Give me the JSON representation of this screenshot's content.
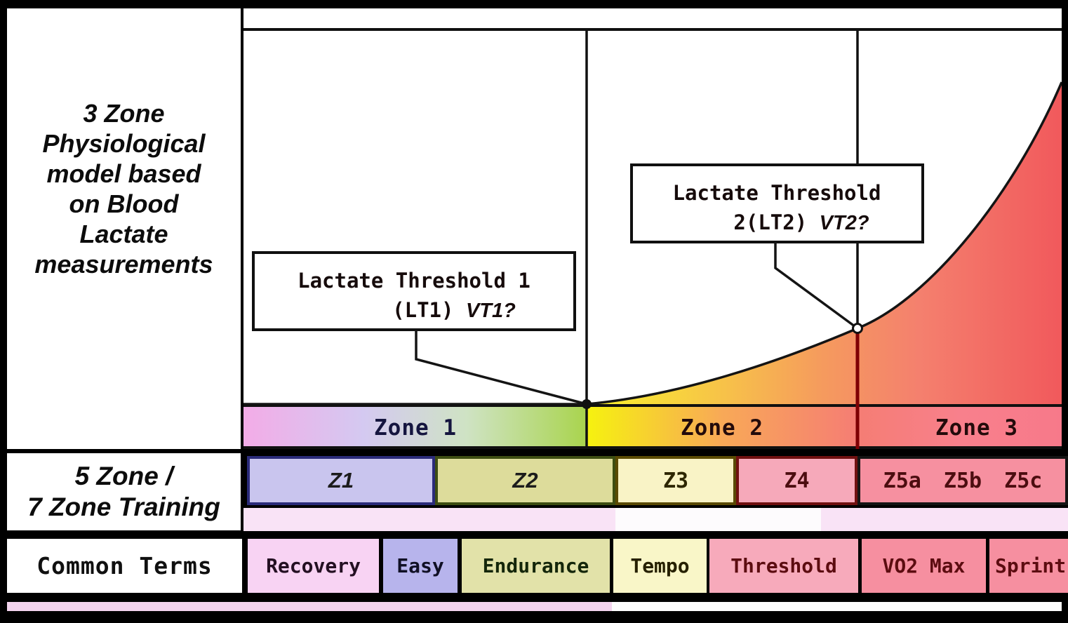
{
  "left_panel": {
    "model_title": "3 Zone\nPhysiological\nmodel based\non Blood\nLactate\nmeasurements",
    "training_title": "5 Zone /\n7 Zone Training",
    "terms_title": "Common Terms"
  },
  "chart": {
    "zone_band": [
      {
        "label": "Zone 1"
      },
      {
        "label": "Zone 2"
      },
      {
        "label": "Zone 3"
      }
    ],
    "lt1": {
      "line1": "Lactate Threshold 1",
      "line2_code": "(LT1)",
      "line2_question": "VT1?"
    },
    "lt2": {
      "line1": "Lactate Threshold",
      "line2_code": "2(LT2)",
      "line2_question": "VT2?"
    }
  },
  "training_zones": [
    {
      "label": "Z1",
      "bg": "#c9c5ee"
    },
    {
      "label": "Z2",
      "bg": "#dddc9b"
    },
    {
      "label": "Z3",
      "bg": "#f9f3c6"
    },
    {
      "label": "Z4",
      "bg": "#f6a9ba"
    },
    {
      "label": "Z5a Z5b Z5c",
      "bg": "#f690a0"
    }
  ],
  "common_terms": [
    {
      "label": "Recovery",
      "bg": "#f8d3f3"
    },
    {
      "label": "Easy",
      "bg": "#b7b4ec"
    },
    {
      "label": "Endurance",
      "bg": "#e2e2a9"
    },
    {
      "label": "Tempo",
      "bg": "#f9f6c8"
    },
    {
      "label": "Threshold",
      "bg": "#f7aabb"
    },
    {
      "label": "VO2 Max",
      "bg": "#f68fa0"
    },
    {
      "label": "Sprint",
      "bg": "#f68fa0"
    }
  ],
  "colors": {
    "frame": "#000000",
    "chart_background": "#ffffff",
    "lt2_divider_red": "#7e0004",
    "zone1_band_gradient": [
      "#f3ace7",
      "#d4c9f1",
      "#cfe3c4",
      "#a9d44d"
    ],
    "zone2_band_gradient": [
      "#f6f20f",
      "#f8a957",
      "#f57d74"
    ],
    "zone3_band_gradient": [
      "#f57d74",
      "#f8808c",
      "#f7798a"
    ],
    "curve_fill_gradient": [
      "#f8f22b",
      "#f7c04a",
      "#f59a5e",
      "#f4806e",
      "#f1595c"
    ]
  }
}
